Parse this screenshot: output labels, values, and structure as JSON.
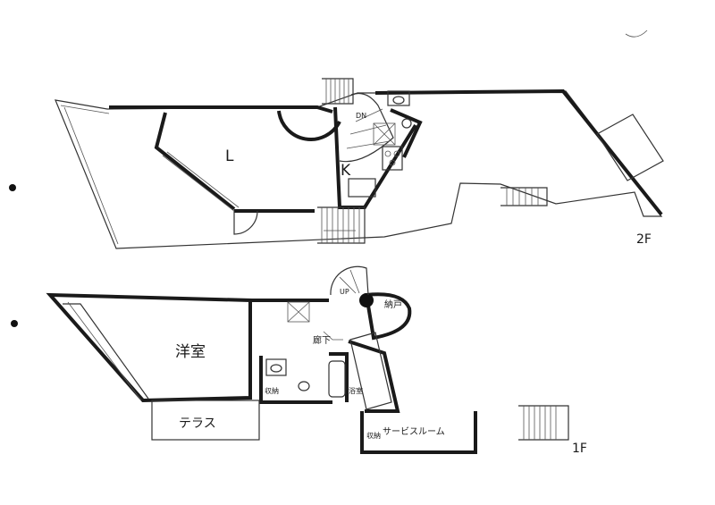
{
  "floor2": {
    "level": "2F",
    "rooms": {
      "living": "L",
      "kitchen": "K",
      "stairs_down": "DN"
    }
  },
  "floor1": {
    "level": "1F",
    "rooms": {
      "western_room": "洋室",
      "hallway": "廊下",
      "storage_closet": "納戸",
      "storage_small": "収納",
      "bathroom": "浴室",
      "service_room": "サービスルーム",
      "storage_service": "収納",
      "terrace": "テラス",
      "stairs_up": "UP"
    }
  }
}
